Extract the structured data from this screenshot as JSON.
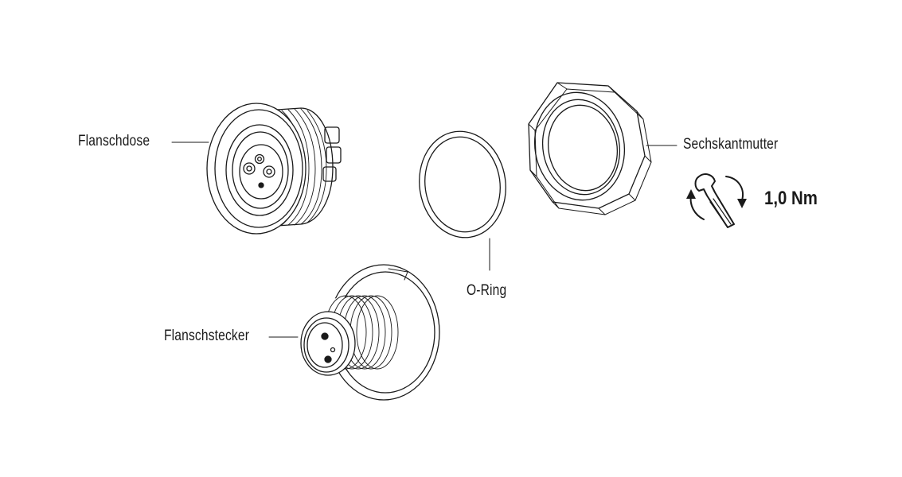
{
  "labels": {
    "socket": "Flanschdose",
    "plug": "Flanschstecker",
    "oring": "O-Ring",
    "nut": "Sechskantmutter"
  },
  "torque": {
    "value": "1,0 Nm",
    "icon": "wrench-rotate-icon"
  }
}
